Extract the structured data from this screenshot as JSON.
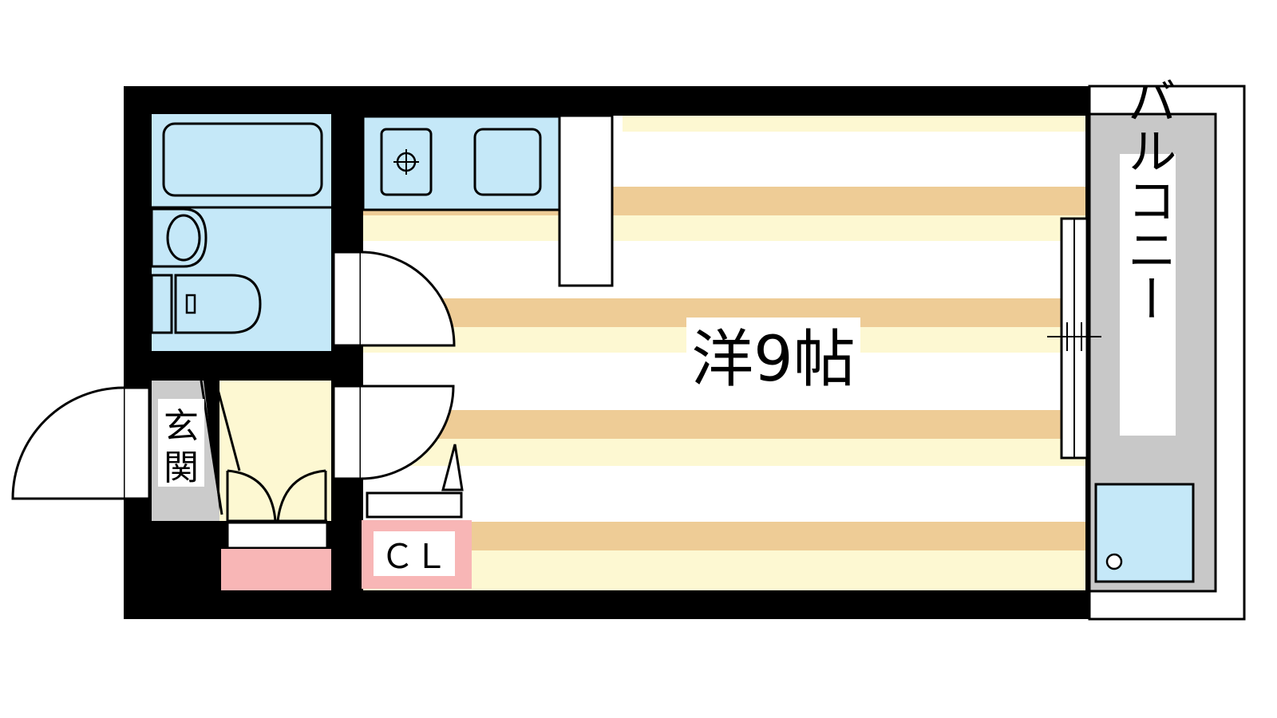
{
  "rooms": {
    "main_room": "洋9帖",
    "balcony": "バルコニー",
    "entrance": "玄関",
    "closet": "ＣＬ"
  },
  "colors": {
    "wall": "#000000",
    "wet_area": "#c5e8f8",
    "floor_light": "#fdf8d2",
    "floor_stripe": "#eecc96",
    "balcony": "#c8c8c8",
    "storage": "#f8b6b6",
    "entrance": "#cbcbcb"
  }
}
